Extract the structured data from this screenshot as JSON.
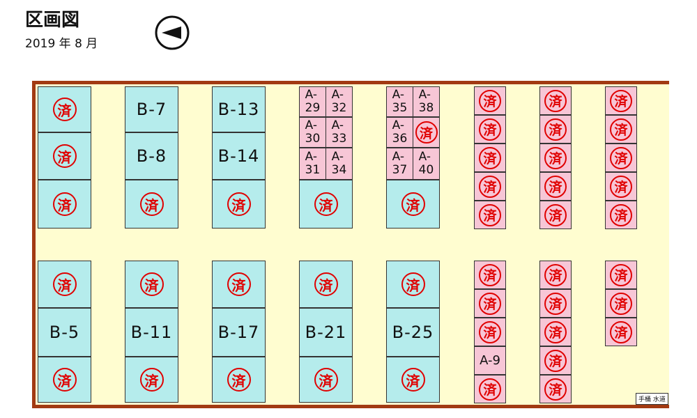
{
  "header": {
    "title": "区画図",
    "date": "2019 年 8 月"
  },
  "icons": {
    "compass": "compass-arrow-left-icon"
  },
  "stamp_text": "済",
  "faucet_label": "手桶 水道",
  "colors": {
    "border": "#a23a12",
    "blue_plot": "#b5ecec",
    "pink_plot": "#f7c6d6",
    "stamp": "#e00000",
    "ground": "#fffdd0"
  },
  "blocks": {
    "top": {
      "col1": [
        "済",
        "済",
        "済"
      ],
      "col2": [
        "B-7",
        "B-8",
        "済"
      ],
      "col3": [
        "B-13",
        "B-14",
        "済"
      ],
      "col4": {
        "small": [
          [
            "A-\n29",
            "A-\n32"
          ],
          [
            "A-\n30",
            "A-\n33"
          ],
          [
            "A-\n31",
            "A-\n34"
          ]
        ],
        "bottom": "済"
      },
      "col5": {
        "small": [
          [
            "A-\n35",
            "A-\n38"
          ],
          [
            "A-\n36",
            "済"
          ],
          [
            "A-\n37",
            "A-\n40"
          ]
        ],
        "bottom": "済"
      },
      "col6": [
        "済",
        "済",
        "済",
        "済",
        "済"
      ],
      "col7": [
        "済",
        "済",
        "済",
        "済",
        "済"
      ],
      "col8": [
        "済",
        "済",
        "済",
        "済",
        "済"
      ]
    },
    "bottom": {
      "col1": [
        "済",
        "B-5",
        "済"
      ],
      "col2": [
        "済",
        "B-11",
        "済"
      ],
      "col3": [
        "済",
        "B-17",
        "済"
      ],
      "col4": [
        "済",
        "B-21",
        "済"
      ],
      "col5": [
        "済",
        "B-25",
        "済"
      ],
      "col6": [
        "済",
        "済",
        "済",
        "A-9",
        "済"
      ],
      "col7": [
        "済",
        "済",
        "済",
        "済",
        "済"
      ],
      "col8": [
        "済",
        "済",
        "済"
      ]
    }
  }
}
